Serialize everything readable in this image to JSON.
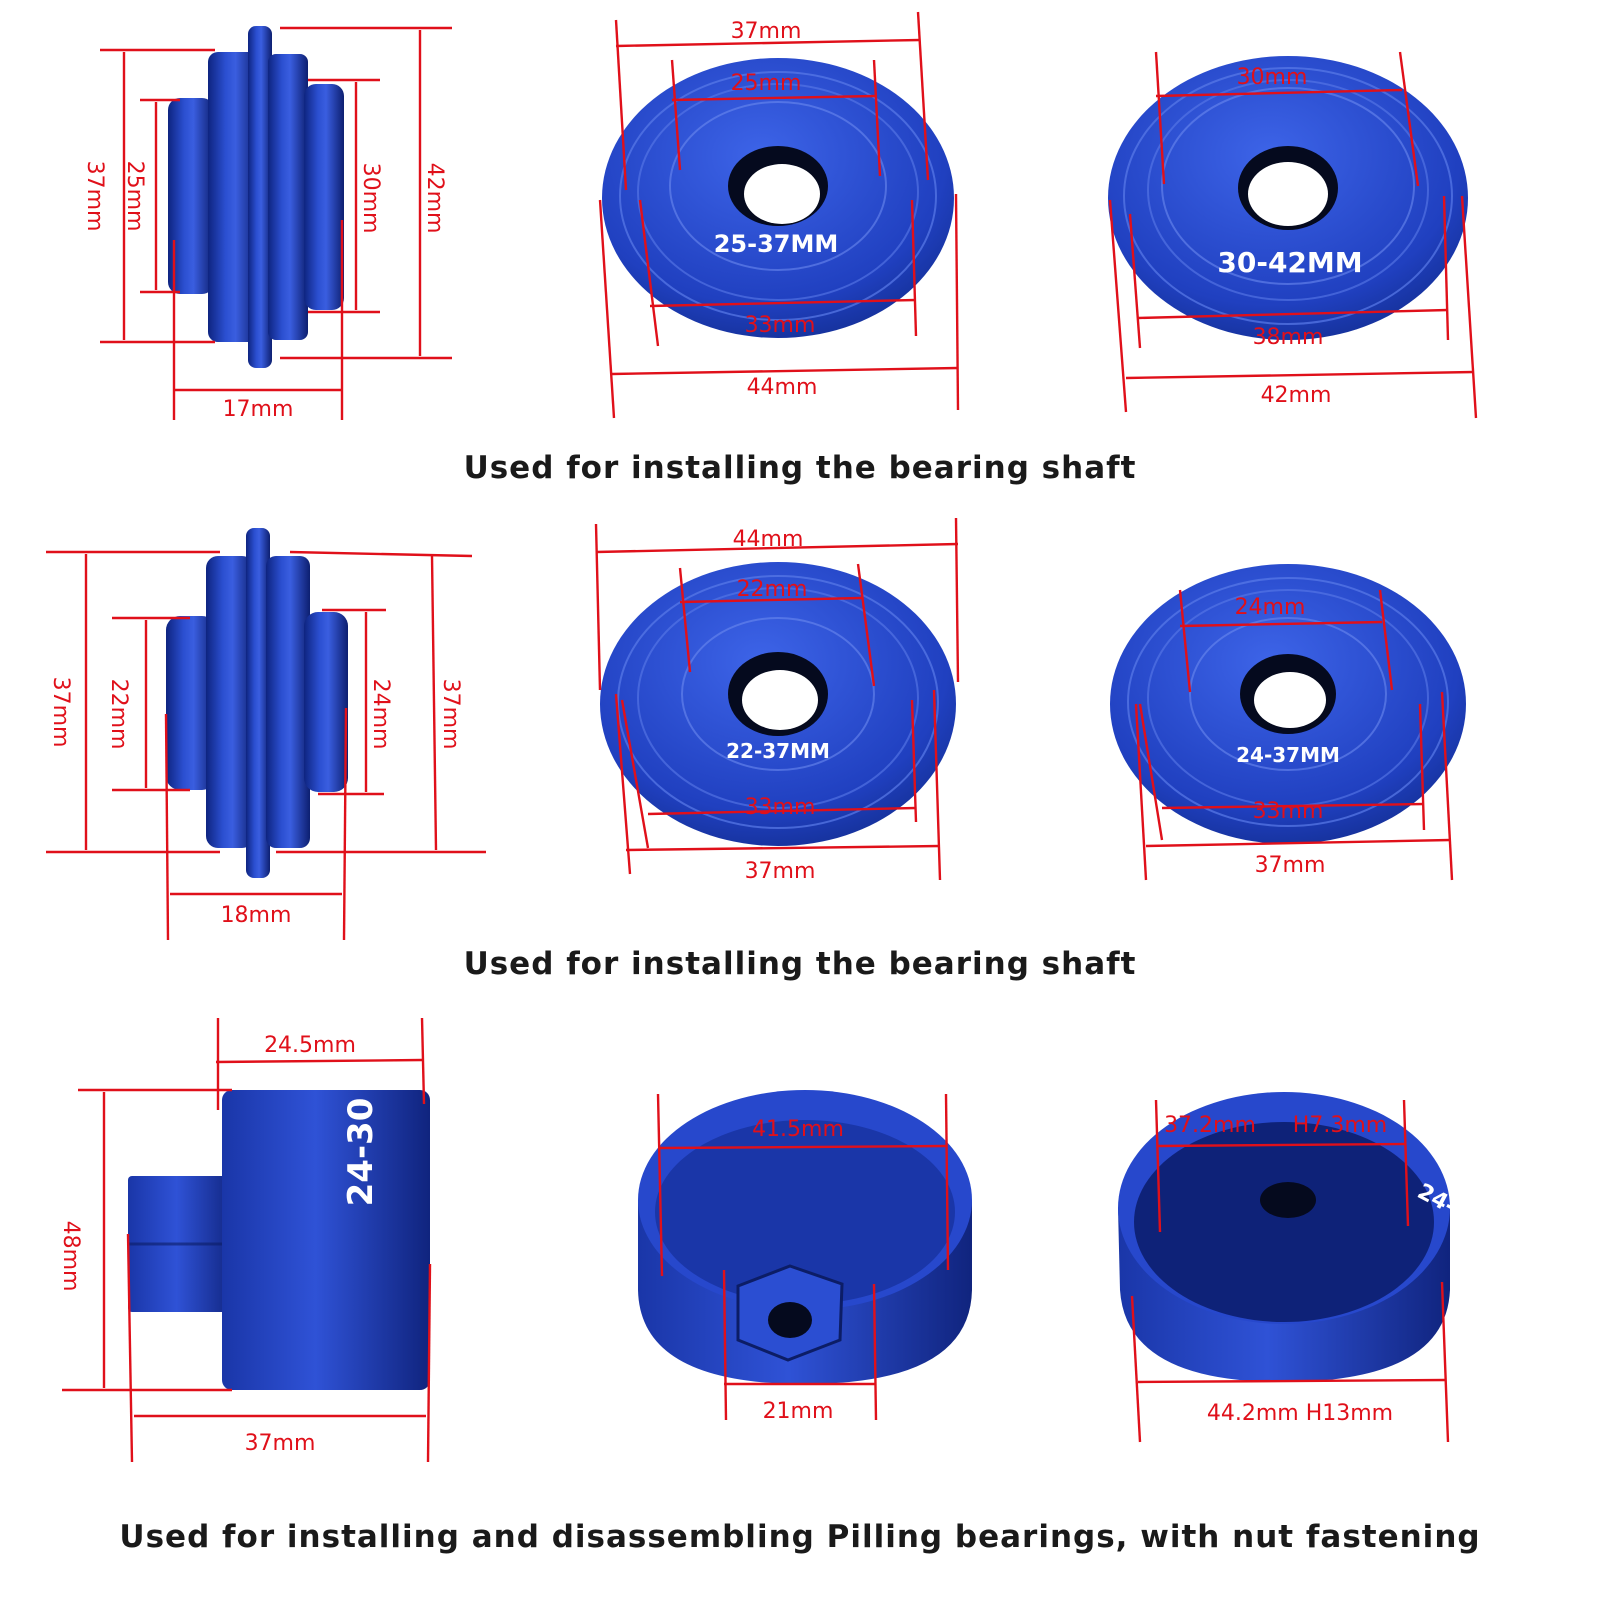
{
  "captions": {
    "row1": "Used for installing the bearing shaft",
    "row2": "Used for installing the bearing shaft",
    "row3": "Used for installing and disassembling Pilling bearings, with nut fastening"
  },
  "row1": {
    "side": {
      "outer_height": "37mm",
      "inner_height": "25mm",
      "right_inner": "30mm",
      "right_outer": "42mm",
      "width": "17mm"
    },
    "disc_a": {
      "top_outer": "37mm",
      "top_inner": "25mm",
      "etched_label": "25-37MM",
      "bottom_inner": "33mm",
      "bottom_outer": "44mm"
    },
    "disc_b": {
      "top_inner": "30mm",
      "etched_label": "30-42MM",
      "bottom_inner": "38mm",
      "bottom_outer": "42mm"
    }
  },
  "row2": {
    "side": {
      "outer_height": "37mm",
      "inner_height": "22mm",
      "right_inner": "24mm",
      "right_outer": "37mm",
      "width": "18mm"
    },
    "disc_a": {
      "top_outer": "44mm",
      "top_inner": "22mm",
      "etched_label": "22-37MM",
      "bottom_inner": "33mm",
      "bottom_outer": "37mm"
    },
    "disc_b": {
      "top_inner": "24mm",
      "etched_label": "24-37MM",
      "bottom_inner": "33mm",
      "bottom_outer": "37mm"
    }
  },
  "row3": {
    "cylinder": {
      "top_width": "24.5mm",
      "height": "48mm",
      "bottom_width": "37mm",
      "etched_label": "24-30"
    },
    "cup_a": {
      "top_width": "41.5mm",
      "bottom_width": "21mm"
    },
    "cup_b": {
      "top_left": "37.2mm",
      "top_right": "H7.3mm",
      "bottom": "44.2mm  H13mm"
    }
  },
  "colors": {
    "part_blue": "#1f3fb8",
    "dimension_red": "#e0101a",
    "caption_text": "#1a1a1a"
  }
}
